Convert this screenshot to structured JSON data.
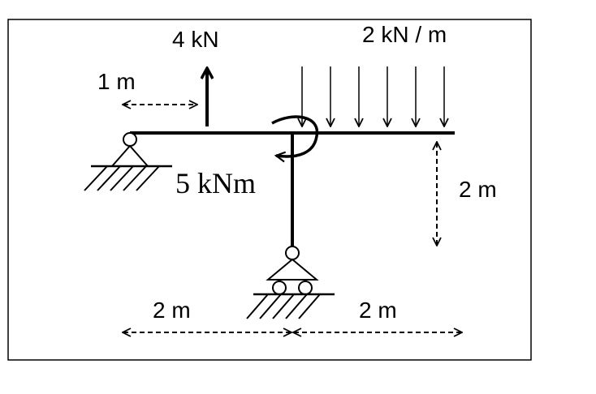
{
  "loads": {
    "point_force": "4 kN",
    "distributed_load": "2 kN / m",
    "moment": "5 kNm"
  },
  "dimensions": {
    "force_offset": "1 m",
    "column_height": "2 m",
    "left_span": "2 m",
    "right_span": "2 m"
  },
  "supports": {
    "left": "pin-support",
    "bottom": "roller-support"
  },
  "colors": {
    "line": "#000000",
    "background": "#ffffff"
  }
}
